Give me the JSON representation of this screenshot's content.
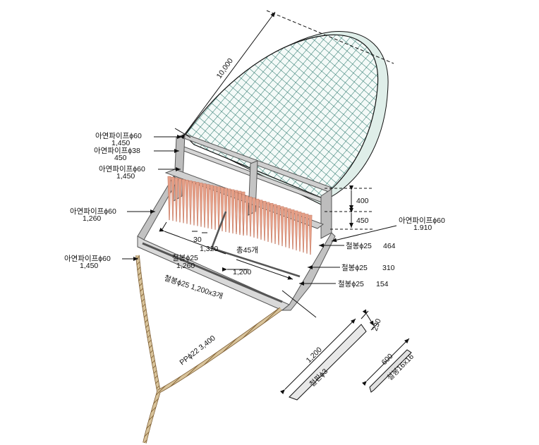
{
  "labels": {
    "pipe_top_1": "아연파이프ϕ60",
    "pipe_top_1_len": "1,450",
    "pipe_top_2": "아연파이프ϕ38",
    "pipe_top_2_len": "450",
    "pipe_mid": "아연파이프ϕ60",
    "pipe_mid_len": "1,450",
    "pipe_side": "아연파이프ϕ60",
    "pipe_side_len": "1,260",
    "pipe_bottom": "아연파이프ϕ60",
    "pipe_bottom_len": "1,450",
    "pipe_right": "아연파이프ϕ60",
    "pipe_right_len": "1.910",
    "bar_464": "철봉ϕ25",
    "bar_464_len": "464",
    "bar_310": "철봉ϕ25",
    "bar_310_len": "310",
    "bar_154": "철봉ϕ25",
    "bar_154_len": "154",
    "bar_center": "철봉ϕ25",
    "bar_center_len": "1,260",
    "bar_front": "철봉ϕ25  1,200x3개"
  },
  "dimensions": {
    "net_length": "10,000",
    "height_400": "400",
    "height_450": "450",
    "tooth_spacing": "30",
    "tooth_width": "1,320",
    "tooth_count": "총45개",
    "frame_span": "1,200",
    "rope": "PPϕ22  3,400"
  },
  "detail": {
    "bar_length": "1,200",
    "bar_height": "230",
    "bar_material": "철판ϕ3",
    "tooth_length": "600",
    "tooth_material": "철봉16x16"
  },
  "colors": {
    "net": "#2f7a6f",
    "teeth": "#e6a088",
    "frame": "#b5b5b5",
    "rope": "#c8b28a"
  }
}
